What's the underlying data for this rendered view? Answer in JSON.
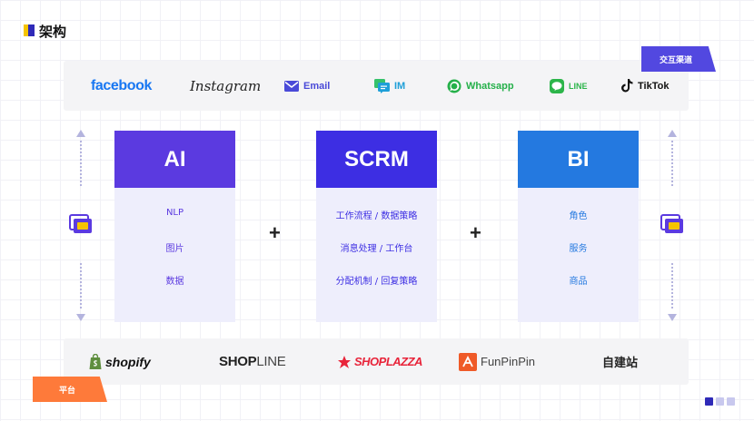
{
  "page": {
    "title": "架构"
  },
  "colors": {
    "accent_dark": "#2f2ab8",
    "accent_yellow": "#f5c400",
    "ai": "#5b3ae0",
    "scrm": "#3d2ee3",
    "bi": "#2479e0",
    "module_body": "#eeeefc",
    "tag_channel": "#5248e0",
    "tag_platform": "#fe7a3a",
    "facebook": "#1877f2",
    "email": "#4a4ad8",
    "im": "#1e9fd8",
    "whatsapp": "#25b04a",
    "line": "#2cb54a",
    "shopify": "#5e8e3e",
    "shoplazza": "#e8243a",
    "funpinpin": "#ef5a28"
  },
  "channels": {
    "tag": "交互渠道",
    "facebook": "facebook",
    "instagram": "Instagram",
    "email": "Email",
    "im": "IM",
    "whatsapp": "Whatsapp",
    "line": "LINE",
    "tiktok": "TikTok"
  },
  "modules": {
    "ai": {
      "title": "AI",
      "items": [
        "NLP",
        "图片",
        "数据"
      ]
    },
    "scrm": {
      "title": "SCRM",
      "items": [
        "工作流程 / 数据策略",
        "消息处理 / 工作台",
        "分配机制 / 回复策略"
      ]
    },
    "bi": {
      "title": "BI",
      "items": [
        "角色",
        "服务",
        "商品"
      ]
    },
    "plus": "+"
  },
  "platforms": {
    "tag": "平台",
    "shopify": "shopify",
    "shopline_bold": "SHOP",
    "shopline_light": "LINE",
    "shoplazza": "SHOPLAZZA",
    "funpinpin": "FunPinPin",
    "selfsite": "自建站"
  },
  "pager": {
    "pages": 3,
    "current": 1
  }
}
